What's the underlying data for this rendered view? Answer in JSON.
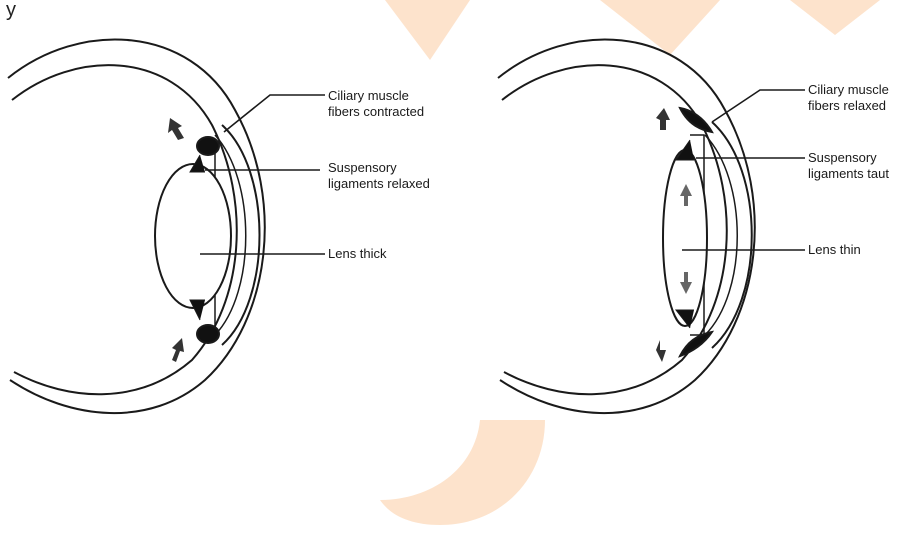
{
  "page": {
    "top_fragment": "y",
    "watermark_color": "#fde3cc"
  },
  "left_eye": {
    "label_muscle_line1": "Ciliary muscle",
    "label_muscle_line2": "fibers contracted",
    "label_lig_line1": "Suspensory",
    "label_lig_line2": "ligaments relaxed",
    "label_lens": "Lens thick"
  },
  "right_eye": {
    "label_muscle_line1": "Ciliary muscle",
    "label_muscle_line2": "fibers relaxed",
    "label_lig_line1": "Suspensory",
    "label_lig_line2": "ligaments taut",
    "label_lens": "Lens thin"
  }
}
